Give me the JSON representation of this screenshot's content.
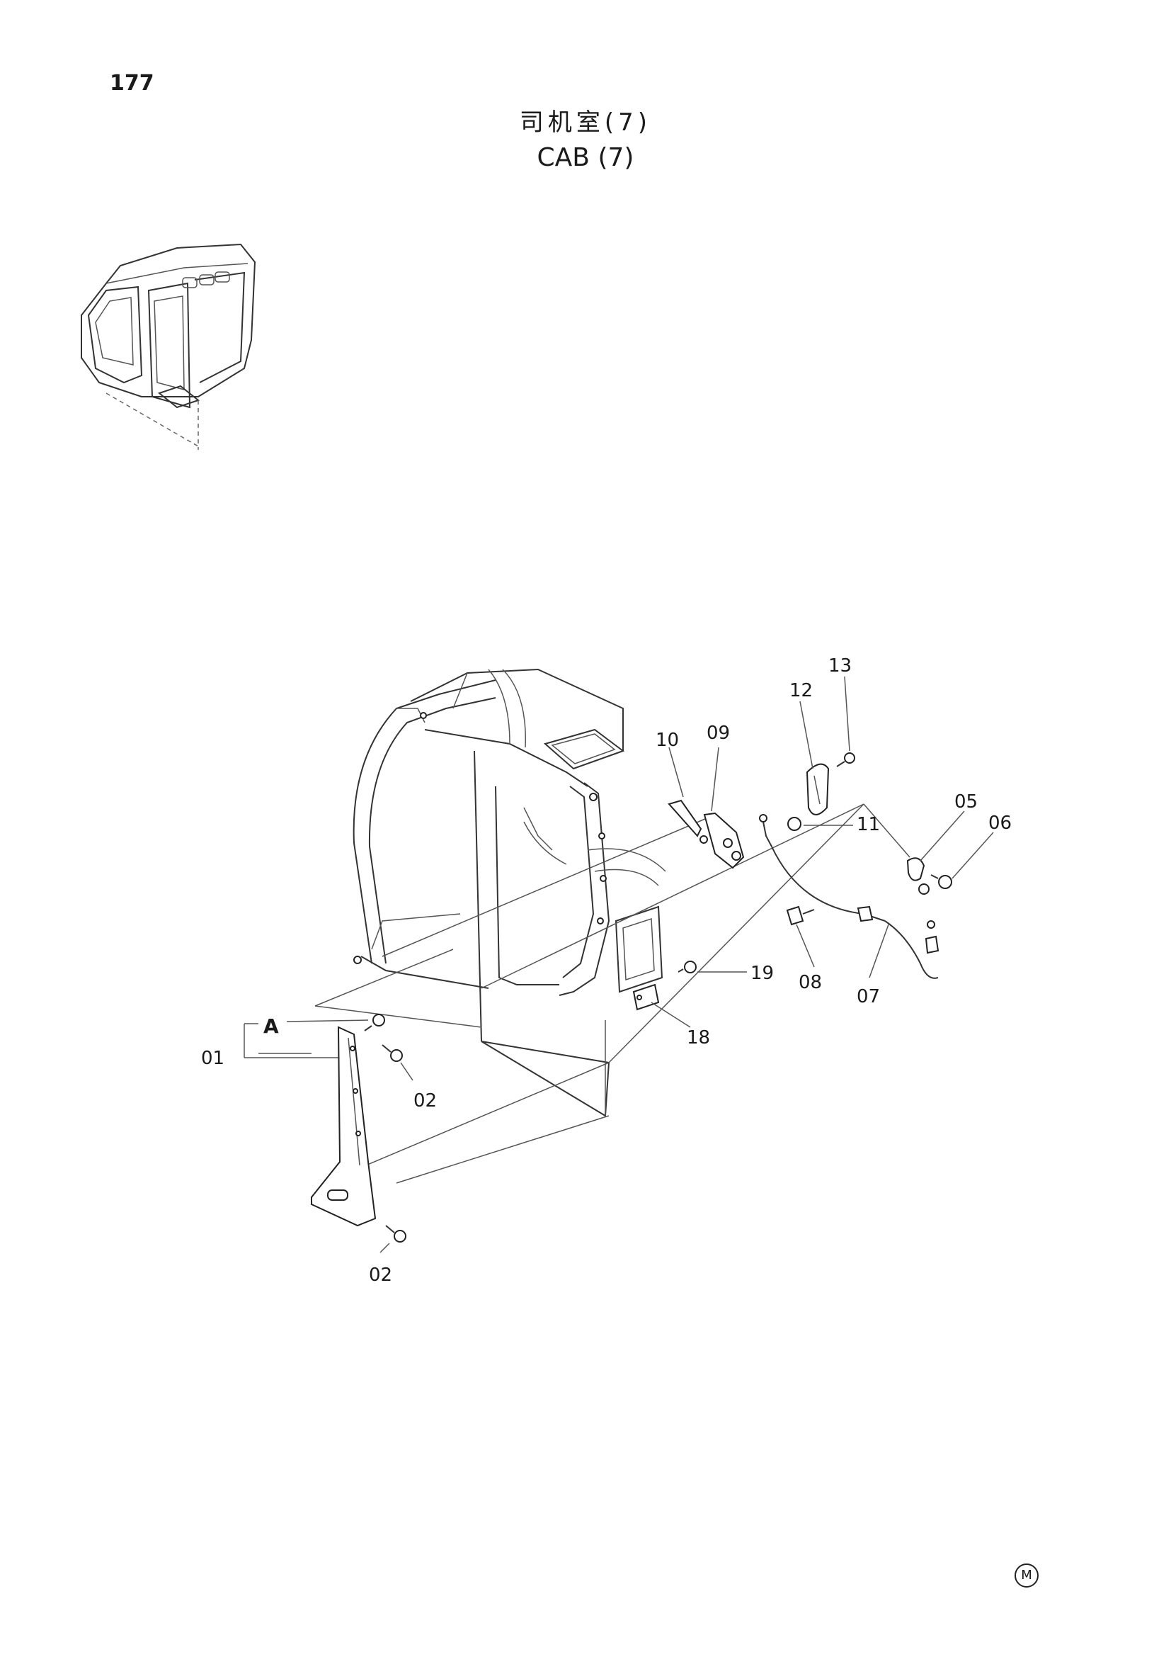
{
  "page": {
    "number": "177"
  },
  "title": {
    "cn": "司机室(7)",
    "en": "CAB (7)"
  },
  "callouts": {
    "c01": "01",
    "c02a": "02",
    "c02b": "02",
    "cA": "A",
    "c05": "05",
    "c06": "06",
    "c07": "07",
    "c08": "08",
    "c09": "09",
    "c10": "10",
    "c11": "11",
    "c12": "12",
    "c13": "13",
    "c18": "18",
    "c19": "19"
  },
  "mark": {
    "label": "M"
  }
}
